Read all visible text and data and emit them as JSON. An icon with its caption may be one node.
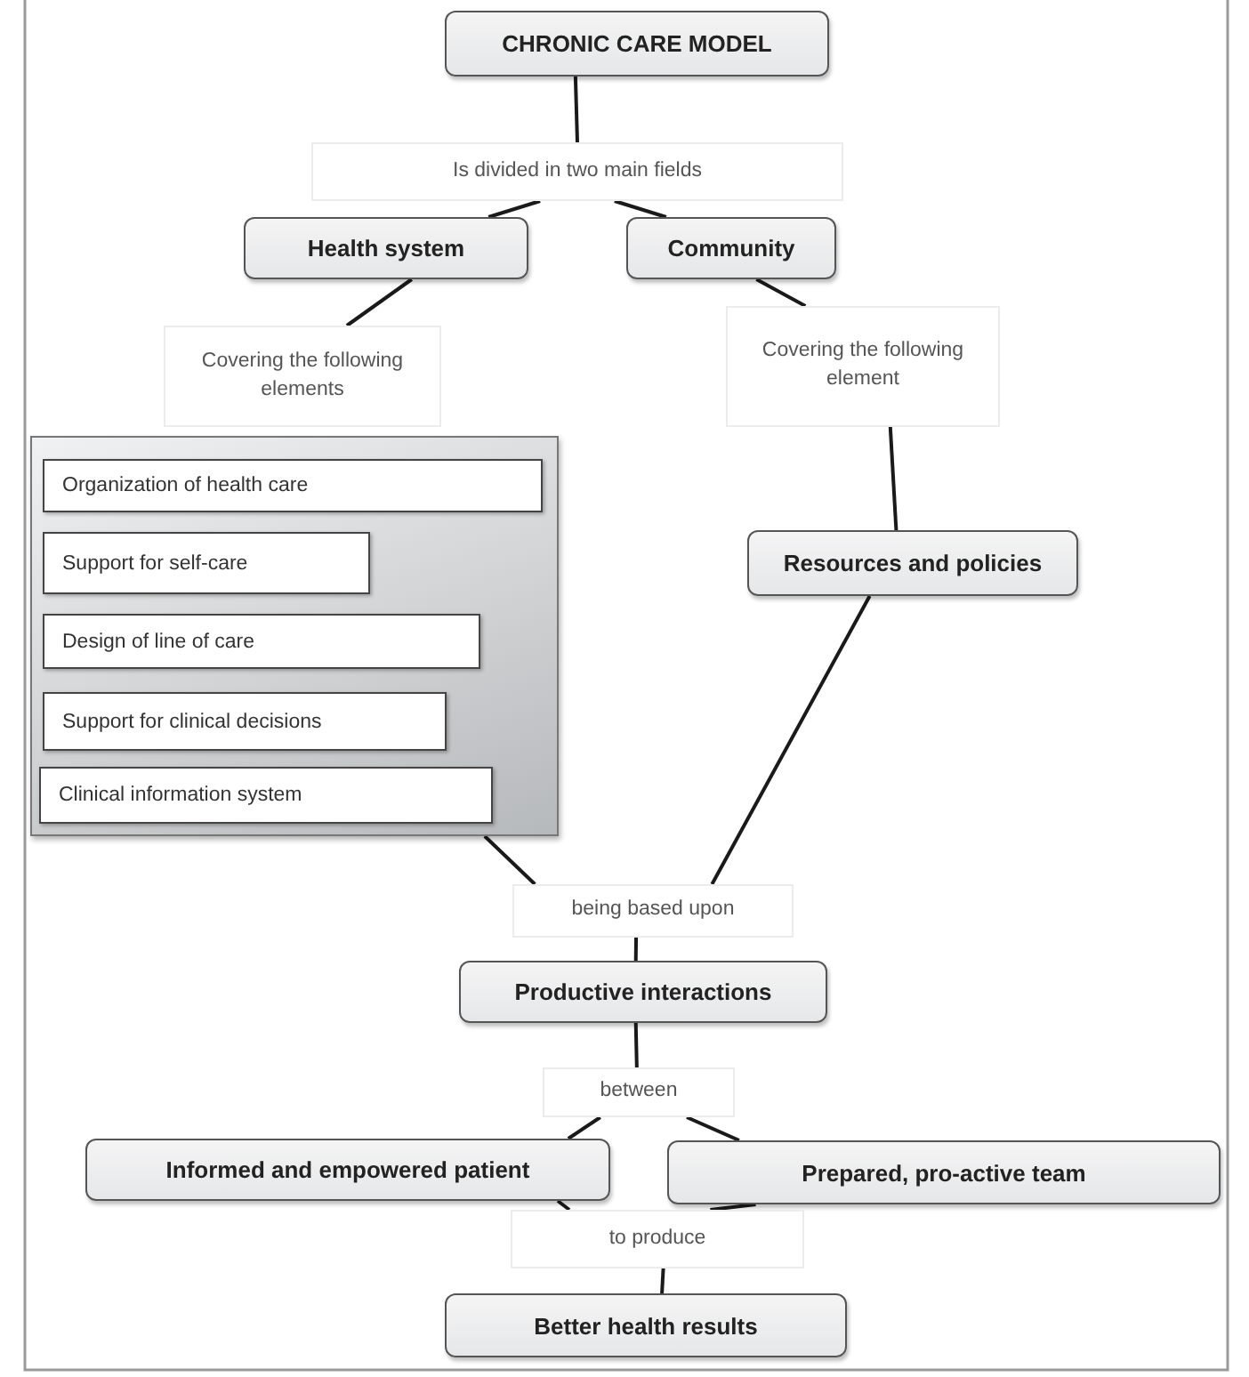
{
  "diagram": {
    "nodes": [
      {
        "text": [
          "CHRONIC CARE MODEL"
        ]
      },
      {
        "text": [
          "Is divided in two main fields"
        ]
      },
      {
        "text": [
          "Health system"
        ]
      },
      {
        "text": [
          "Community"
        ]
      },
      {
        "text": [
          "Covering the following elements"
        ]
      },
      {
        "text": [
          "Covering the following element"
        ]
      },
      {
        "text": [],
        "shape": "box"
      },
      {
        "text": [
          "Organization of health care"
        ],
        "in": 6
      },
      {
        "text": [
          "Support for self-care"
        ],
        "in": 6
      },
      {
        "text": [
          "Design of line of care"
        ],
        "in": 6
      },
      {
        "text": [
          "Support for clinical decisions"
        ],
        "in": 6
      },
      {
        "text": [
          "Clinical information system"
        ],
        "in": 6
      },
      {
        "text": [
          "Resources and policies"
        ]
      },
      {
        "text": [
          "being based upon"
        ]
      },
      {
        "text": [
          "Productive interactions"
        ]
      },
      {
        "text": [
          "between"
        ]
      },
      {
        "text": [
          "Informed and empowered patient"
        ]
      },
      {
        "text": [
          "Prepared, pro-active team"
        ]
      },
      {
        "text": [
          "to produce"
        ]
      },
      {
        "text": [
          "Better health results"
        ]
      }
    ],
    "edges": [
      {
        "from": 0,
        "to": 1,
        "arrow": "none"
      },
      {
        "from": 1,
        "to": 2,
        "arrow": "none"
      },
      {
        "from": 1,
        "to": 3,
        "arrow": "none"
      },
      {
        "from": 2,
        "to": 4,
        "arrow": "none"
      },
      {
        "from": 3,
        "to": 5,
        "arrow": "none"
      },
      {
        "from": 5,
        "to": 12,
        "arrow": "none"
      },
      {
        "from": 6,
        "to": 13,
        "arrow": "none"
      },
      {
        "from": 12,
        "to": 13,
        "arrow": "none"
      },
      {
        "from": 13,
        "to": 14,
        "arrow": "none"
      },
      {
        "from": 14,
        "to": 15,
        "arrow": "none"
      },
      {
        "from": 15,
        "to": 16,
        "arrow": "none"
      },
      {
        "from": 15,
        "to": 17,
        "arrow": "none"
      },
      {
        "from": 16,
        "to": 18,
        "arrow": "none"
      },
      {
        "from": 17,
        "to": 18,
        "arrow": "none"
      },
      {
        "from": 18,
        "to": 19,
        "arrow": "none"
      }
    ]
  }
}
